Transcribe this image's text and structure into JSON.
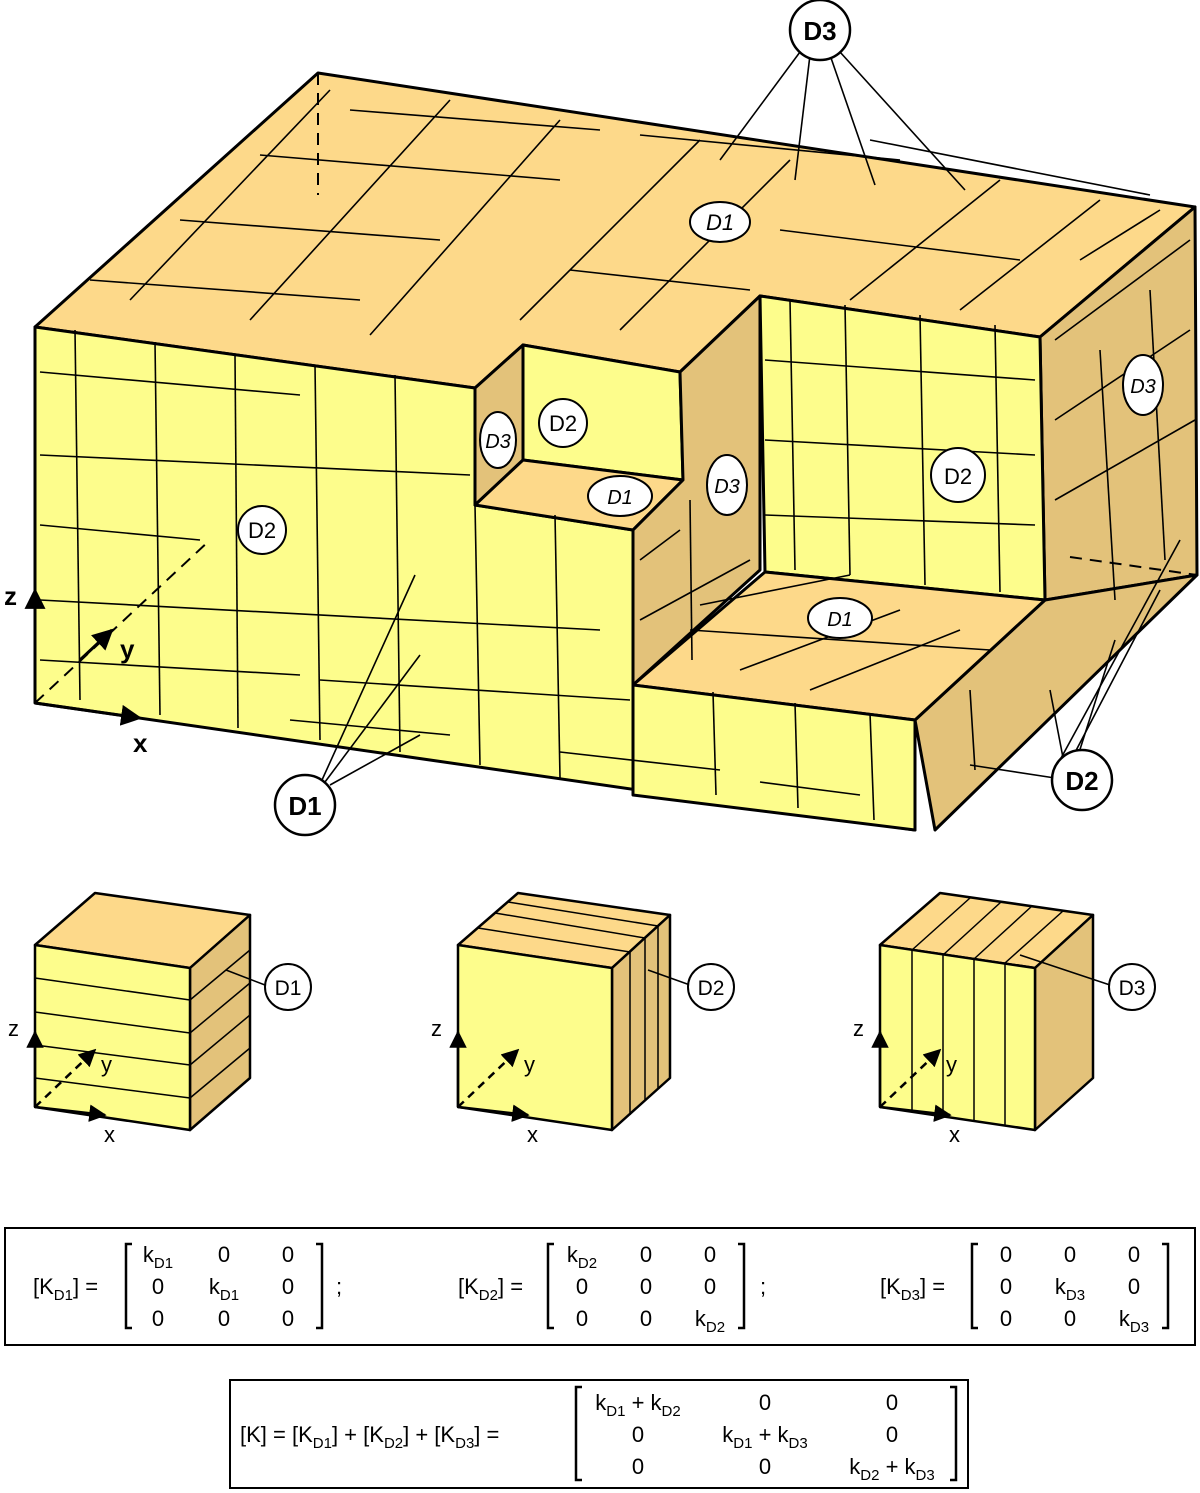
{
  "block": {
    "callout_top": "D3",
    "callout_left": "D1",
    "callout_right": "D2",
    "face_labels": {
      "top_d1": "D1",
      "left_d2": "D2",
      "notch_d3": "D3",
      "notch_d2": "D2",
      "step_d1": "D1",
      "step_d3": "D3",
      "inner_d2": "D2",
      "lower_d1": "D1",
      "right_d3": "D3"
    },
    "axes": {
      "z": "z",
      "y": "y",
      "x": "x"
    }
  },
  "cubes": [
    {
      "callout": "D1",
      "axes": {
        "z": "z",
        "y": "y",
        "x": "x"
      }
    },
    {
      "callout": "D2",
      "axes": {
        "z": "z",
        "y": "y",
        "x": "x"
      }
    },
    {
      "callout": "D3",
      "axes": {
        "z": "z",
        "y": "y",
        "x": "x"
      }
    }
  ],
  "equations": {
    "k1_name": "[K",
    "k1_sub": "D1",
    "k1_eq": "] =",
    "k1_m": [
      [
        "k",
        "D1",
        "0",
        "0"
      ],
      [
        "0",
        "k",
        "D1",
        "0"
      ],
      [
        "0",
        "0",
        "0"
      ]
    ],
    "sep1": ";",
    "k2_name": "[K",
    "k2_sub": "D2",
    "k2_eq": "] =",
    "sep2": ";",
    "k3_name": "[K",
    "k3_sub": "D3",
    "k3_eq": "] =",
    "k": "k",
    "zero": "0",
    "d1": "D1",
    "d2": "D2",
    "d3": "D3",
    "plus": "+",
    "sum_lhs_k": "[K] = [K",
    "sum_mid1": "] + [K",
    "sum_mid2": "] + [K",
    "sum_end": "] ="
  }
}
